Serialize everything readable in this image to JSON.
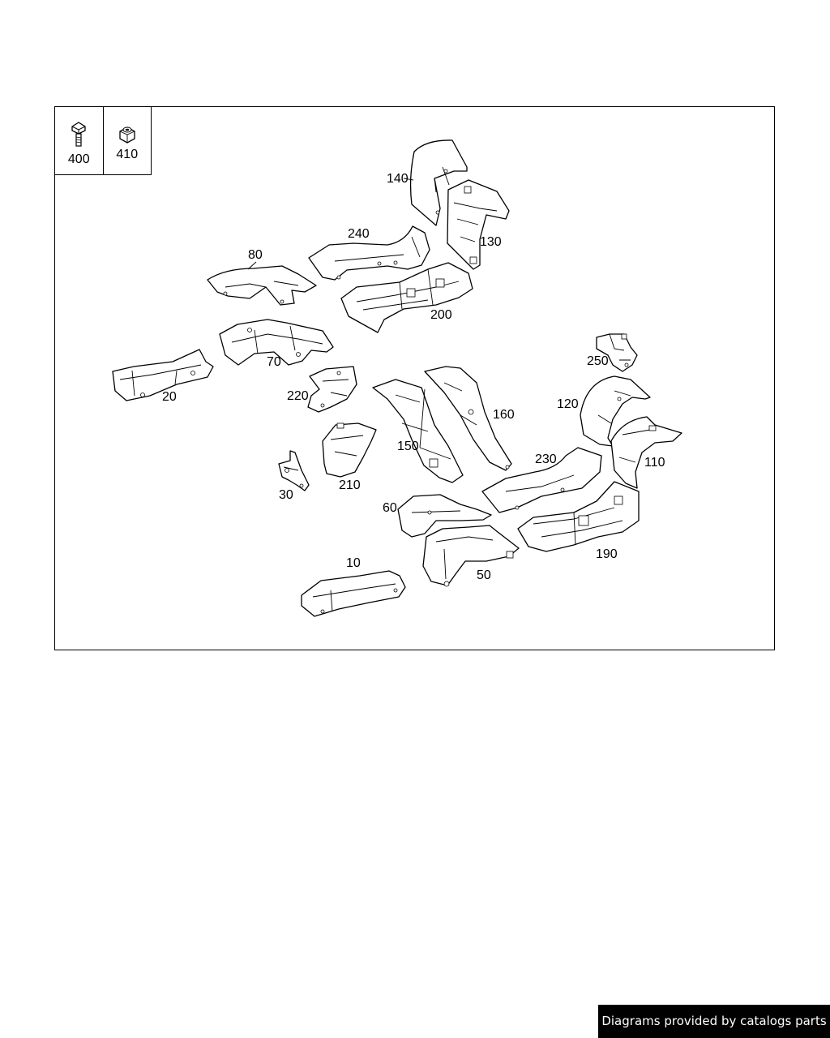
{
  "legend": [
    {
      "number": "400",
      "icon": "bolt-icon"
    },
    {
      "number": "410",
      "icon": "nut-icon"
    }
  ],
  "parts": [
    {
      "number": "10"
    },
    {
      "number": "20"
    },
    {
      "number": "30"
    },
    {
      "number": "50"
    },
    {
      "number": "60"
    },
    {
      "number": "70"
    },
    {
      "number": "80"
    },
    {
      "number": "110"
    },
    {
      "number": "120"
    },
    {
      "number": "130"
    },
    {
      "number": "140"
    },
    {
      "number": "150"
    },
    {
      "number": "160"
    },
    {
      "number": "190"
    },
    {
      "number": "200"
    },
    {
      "number": "210"
    },
    {
      "number": "220"
    },
    {
      "number": "230"
    },
    {
      "number": "240"
    },
    {
      "number": "250"
    }
  ],
  "footer": {
    "credit": "Diagrams provided by catalogs parts"
  }
}
